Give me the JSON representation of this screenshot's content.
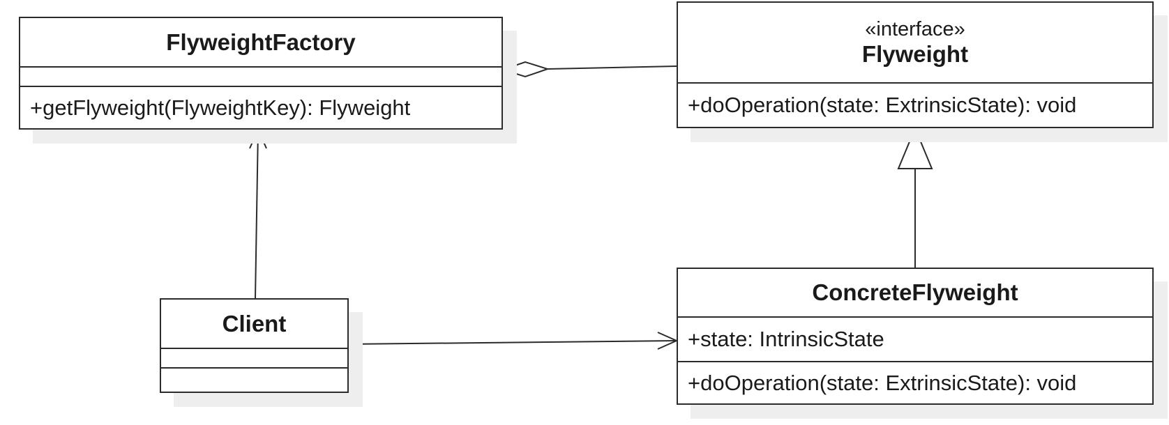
{
  "diagram": {
    "classes": {
      "flyweight_factory": {
        "name": "FlyweightFactory",
        "attributes": [],
        "operations": [
          "+getFlyweight(FlyweightKey): Flyweight"
        ]
      },
      "flyweight": {
        "stereotype": "«interface»",
        "name": "Flyweight",
        "operations": [
          "+doOperation(state: ExtrinsicState): void"
        ]
      },
      "client": {
        "name": "Client",
        "attributes": [],
        "operations": []
      },
      "concrete_flyweight": {
        "name": "ConcreteFlyweight",
        "attributes": [
          "+state: IntrinsicState"
        ],
        "operations": [
          "+doOperation(state: ExtrinsicState): void"
        ]
      }
    },
    "relationships": [
      {
        "type": "aggregation",
        "from": "FlyweightFactory",
        "to": "Flyweight"
      },
      {
        "type": "dependency",
        "from": "Client",
        "to": "FlyweightFactory"
      },
      {
        "type": "dependency",
        "from": "Client",
        "to": "ConcreteFlyweight"
      },
      {
        "type": "realization",
        "from": "ConcreteFlyweight",
        "to": "Flyweight"
      }
    ],
    "colors": {
      "line": "#2b2b2b",
      "shadow": "#eeeeee",
      "fill": "#ffffff"
    }
  }
}
